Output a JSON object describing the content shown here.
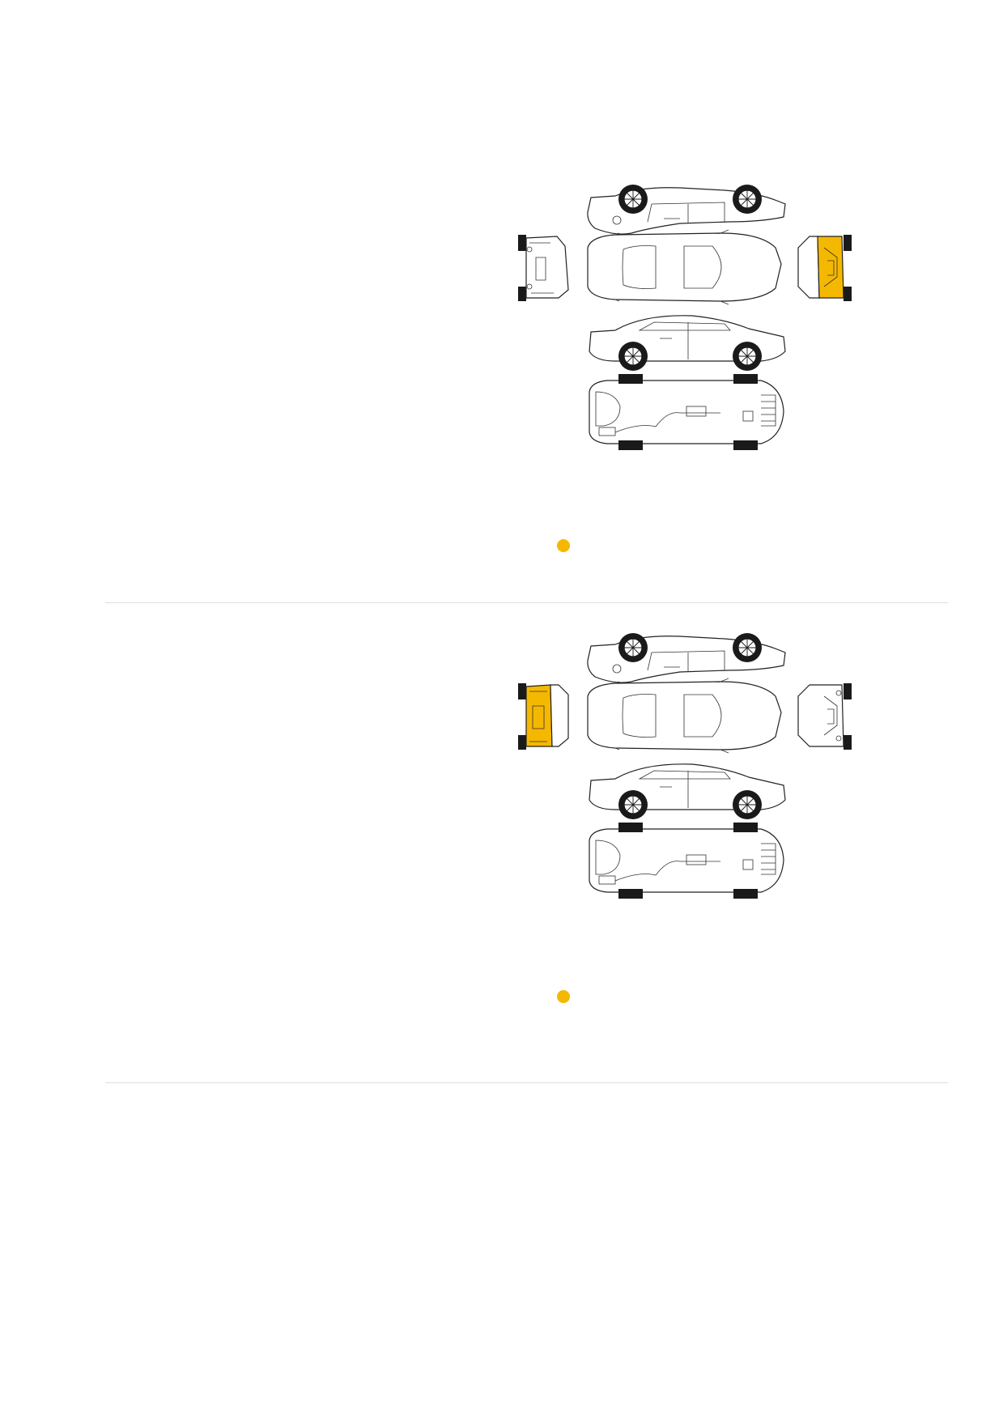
{
  "colors": {
    "highlight": "#f5b800",
    "line": "#222222",
    "divider": "#dddddd",
    "background": "#ffffff"
  },
  "diagrams": [
    {
      "id": "front",
      "highlighted_part": "front-bumper",
      "views": [
        "left-side",
        "top",
        "front",
        "rear",
        "right-side",
        "underside"
      ],
      "legend_marker": "dot"
    },
    {
      "id": "rear",
      "highlighted_part": "rear-bumper",
      "views": [
        "left-side",
        "top",
        "front",
        "rear",
        "right-side",
        "underside"
      ],
      "legend_marker": "dot"
    }
  ]
}
